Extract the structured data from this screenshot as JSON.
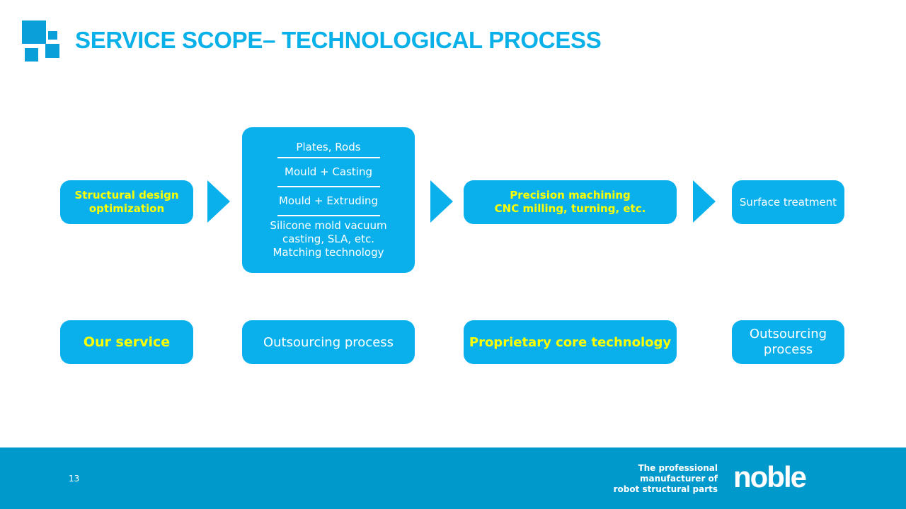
{
  "title": "SERVICE SCOPE– TECHNOLOGICAL PROCESS",
  "steps": {
    "design": "Structural design optimization",
    "materials": [
      "Plates, Rods",
      "Mould + Casting",
      "Mould +  Extruding",
      "Silicone mold vacuum casting, SLA, etc.",
      "Matching technology"
    ],
    "machining_1": "Precision machining",
    "machining_2": "CNC milling,  turning, etc.",
    "surface": "Surface treatment"
  },
  "categories": [
    "Our service",
    "Outsourcing process",
    "Proprietary core technology",
    "Outsourcing process"
  ],
  "footer": {
    "page": "13",
    "tagline_1": "The professional",
    "tagline_2": "manufacturer of",
    "tagline_3": "robot structural parts",
    "logo": "noble"
  },
  "colors": {
    "accent": "#0ab0ec",
    "footer": "#0099cc",
    "highlight": "#ffff00"
  }
}
